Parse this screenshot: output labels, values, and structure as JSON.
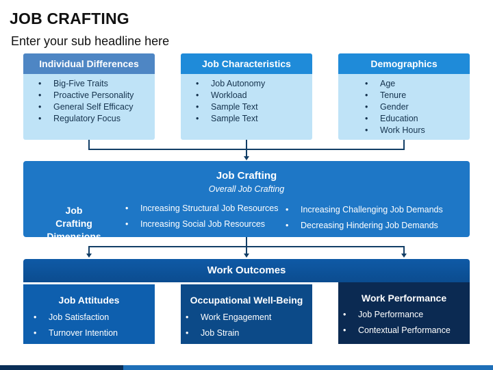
{
  "title": "JOB CRAFTING",
  "subtitle": "Enter your sub headline here",
  "top_boxes": [
    {
      "header": "Individual Differences",
      "items": [
        "Big-Five Traits",
        "Proactive Personality",
        "General Self Efficacy",
        "Regulatory Focus"
      ]
    },
    {
      "header": "Job Characteristics",
      "items": [
        "Job Autonomy",
        "Workload",
        "Sample Text",
        "Sample Text"
      ]
    },
    {
      "header": "Demographics",
      "items": [
        "Age",
        "Tenure",
        "Gender",
        "Education",
        "Work Hours"
      ]
    }
  ],
  "job_crafting": {
    "title": "Job Crafting",
    "subtitle": "Overall Job Crafting",
    "dimensions_label": "Job Crafting Dimensions",
    "items": [
      "Increasing Structural Job Resources",
      "Increasing Social Job Resources",
      "Increasing Challenging Job Demands",
      "Decreasing Hindering Job Demands"
    ]
  },
  "work_outcomes": {
    "title": "Work Outcomes",
    "boxes": [
      {
        "header": "Job Attitudes",
        "items": [
          "Job Satisfaction",
          "Turnover Intention"
        ]
      },
      {
        "header": "Occupational Well-Being",
        "items": [
          "Work Engagement",
          "Job Strain"
        ]
      },
      {
        "header": "Work Performance",
        "items": [
          "Job Performance",
          "Contextual Performance"
        ]
      }
    ]
  },
  "colors": {
    "top_box_bg": "#bfe3f7",
    "header_dark": "#4e86c4",
    "header_blue": "#1f8bd9",
    "band": "#1e77c6",
    "outcome_1": "#0e5fae",
    "outcome_2": "#0c4a88",
    "outcome_3": "#0b2a52",
    "connector": "#123e66"
  }
}
